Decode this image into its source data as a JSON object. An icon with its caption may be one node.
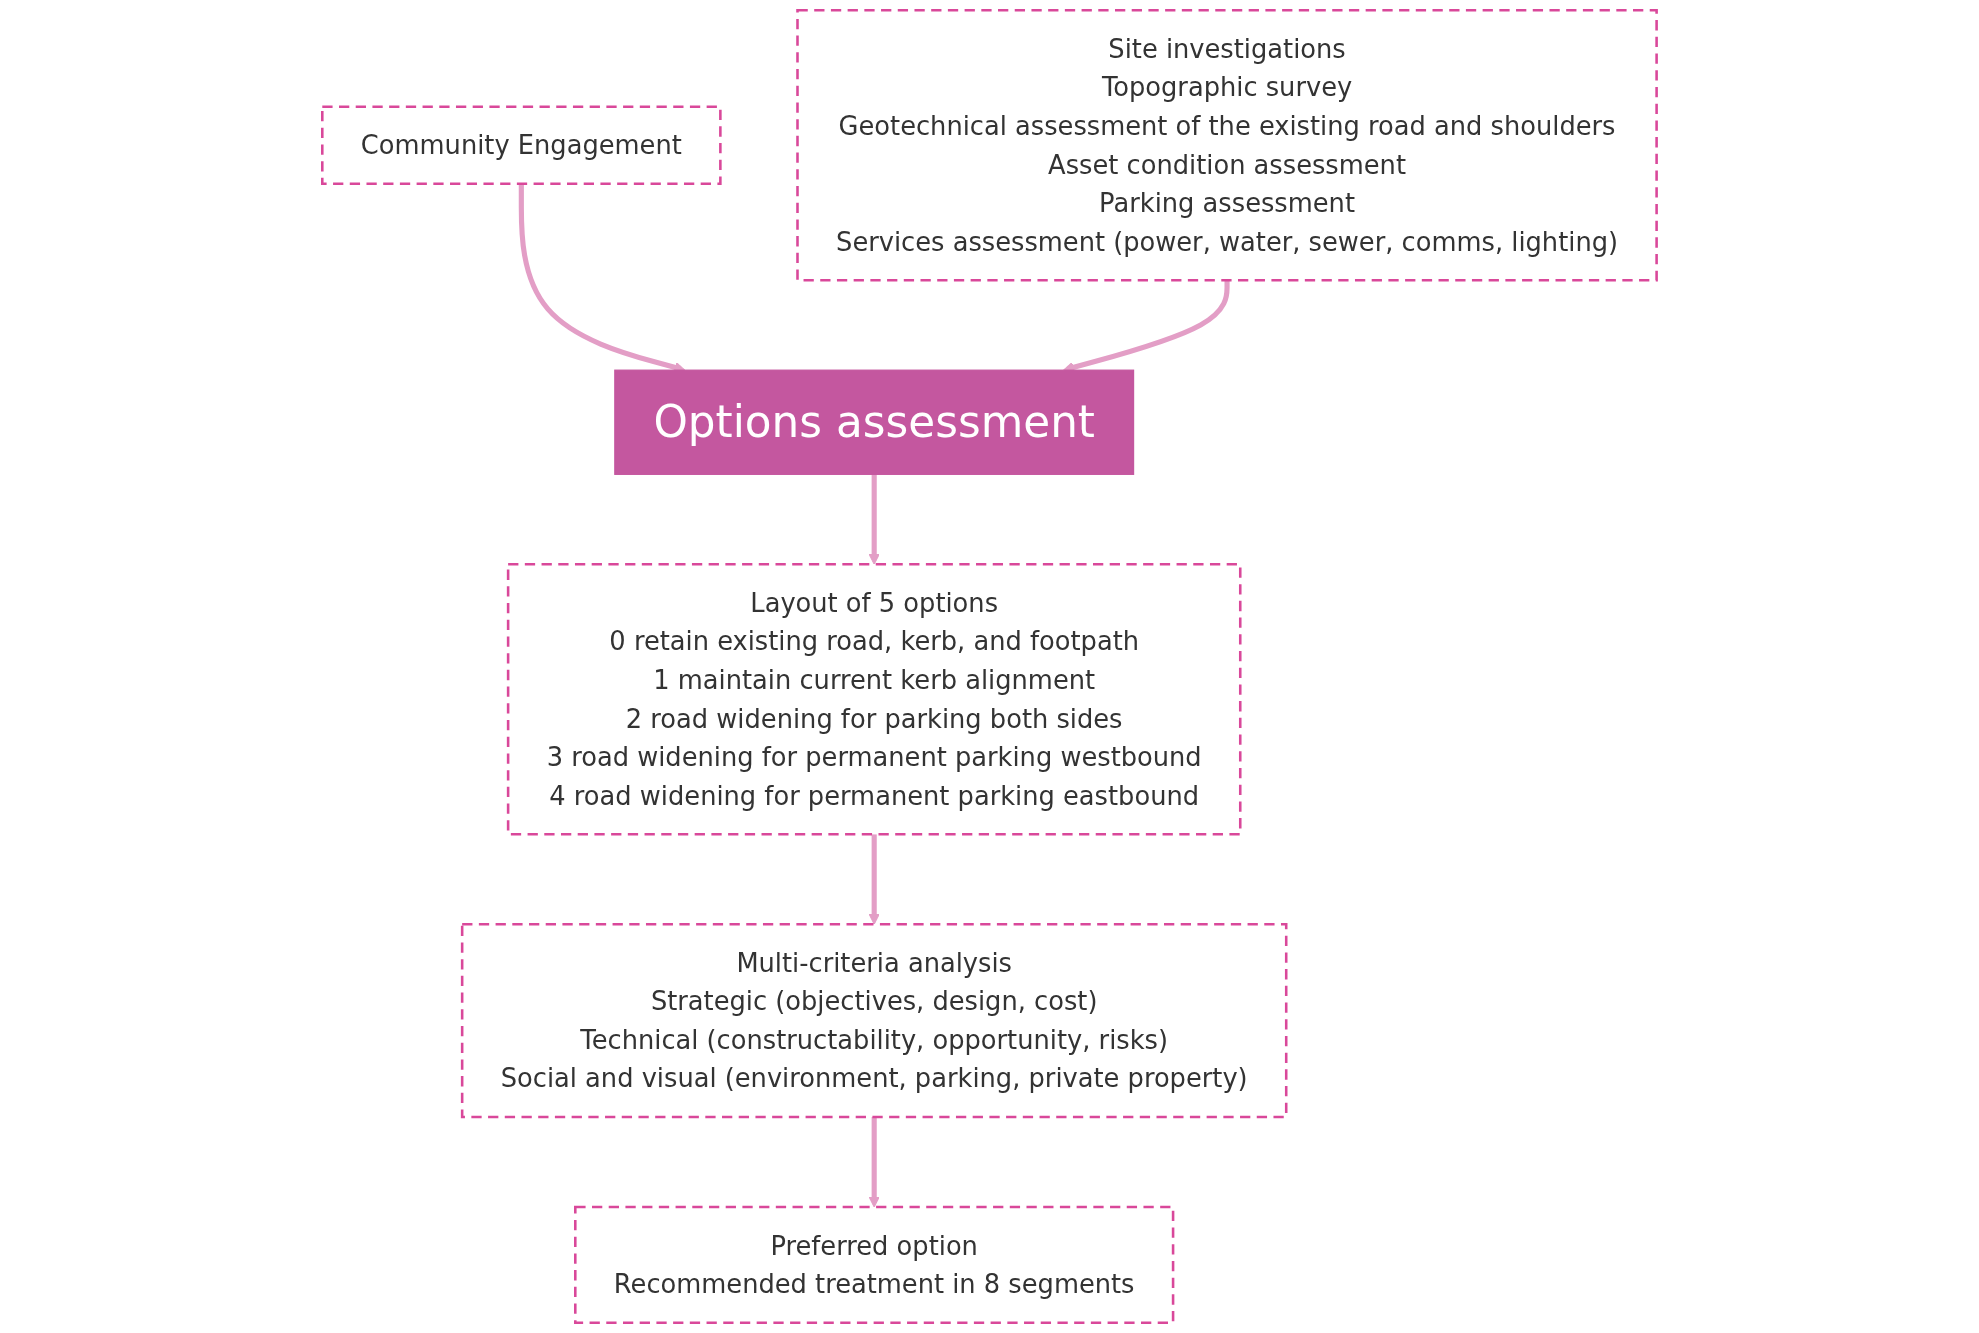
{
  "diagram": {
    "nodes": [
      {
        "text": [
          "Community Engagement"
        ]
      },
      {
        "text": [
          "Site investigations",
          "Topographic survey",
          "Geotechnical assessment of the existing road and shoulders",
          "Asset condition assessment",
          "Parking assessment",
          "Services assessment (power, water, sewer, comms, lighting)"
        ]
      },
      {
        "text": [
          "Options assessment"
        ]
      },
      {
        "text": [
          "Layout of 5 options",
          "0 retain existing road, kerb, and footpath",
          "1 maintain current kerb alignment",
          "2 road widening for parking both sides",
          "3 road widening for permanent parking westbound",
          "4 road widening for permanent parking eastbound"
        ]
      },
      {
        "text": [
          "Multi-criteria analysis",
          "Strategic (objectives, design, cost)",
          "Technical (constructability, opportunity, risks)",
          "Social and visual (environment, parking, private property)"
        ]
      },
      {
        "text": [
          "Preferred option",
          "Recommended treatment in 8 segments"
        ]
      }
    ],
    "edges": [
      {
        "from": 0,
        "to": 2,
        "arrow": "to"
      },
      {
        "from": 1,
        "to": 2,
        "arrow": "to"
      },
      {
        "from": 2,
        "to": 3,
        "arrow": "to"
      },
      {
        "from": 3,
        "to": 4,
        "arrow": "to"
      },
      {
        "from": 4,
        "to": 5,
        "arrow": "to"
      }
    ]
  }
}
